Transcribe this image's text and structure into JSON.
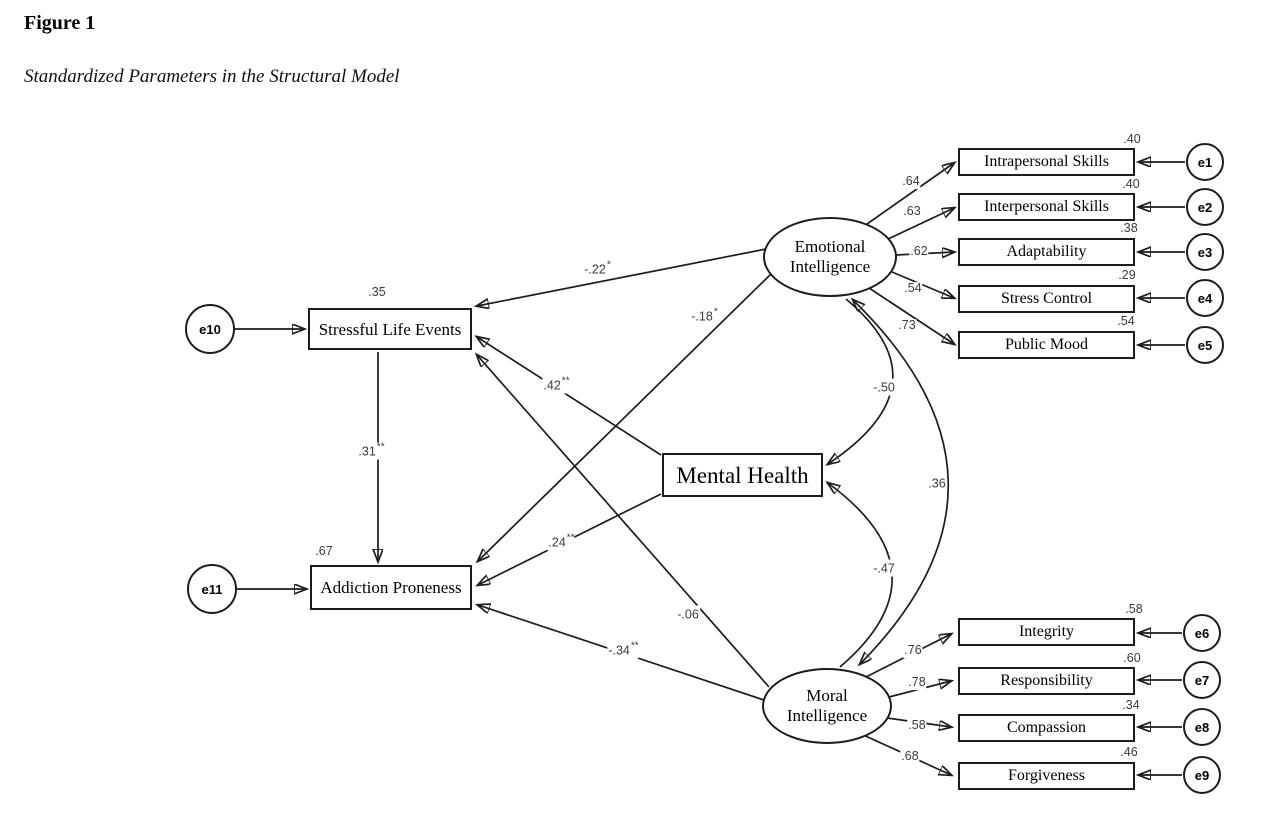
{
  "figure": {
    "label": "Figure 1",
    "caption": "Standardized Parameters in the Structural Model"
  },
  "latents": {
    "emotional": {
      "line1": "Emotional",
      "line2": "Intelligence"
    },
    "moral": {
      "line1": "Moral",
      "line2": "Intelligence"
    }
  },
  "nodes": {
    "stressful": {
      "label": "Stressful Life Events",
      "r2": ".35",
      "error": "e10"
    },
    "addiction": {
      "label": "Addiction Proneness",
      "r2": ".67",
      "error": "e11"
    },
    "mental": {
      "label": "Mental Health"
    }
  },
  "ei_indicators": [
    {
      "label": "Intrapersonal Skills",
      "r2": ".40",
      "loading": ".64",
      "error": "e1"
    },
    {
      "label": "Interpersonal Skills",
      "r2": ".40",
      "loading": ".63",
      "error": "e2"
    },
    {
      "label": "Adaptability",
      "r2": ".38",
      "loading": ".62",
      "error": "e3"
    },
    {
      "label": "Stress Control",
      "r2": ".29",
      "loading": ".54",
      "error": "e4"
    },
    {
      "label": "Public Mood",
      "r2": ".54",
      "loading": ".73",
      "error": "e5"
    }
  ],
  "mi_indicators": [
    {
      "label": "Integrity",
      "r2": ".58",
      "loading": ".76",
      "error": "e6"
    },
    {
      "label": "Responsibility",
      "r2": ".60",
      "loading": ".78",
      "error": "e7"
    },
    {
      "label": "Compassion",
      "r2": ".34",
      "loading": ".58",
      "error": "e8"
    },
    {
      "label": "Forgiveness",
      "r2": ".46",
      "loading": ".68",
      "error": "e9"
    }
  ],
  "paths": {
    "ei_to_stressful": {
      "value": "-.22",
      "sig": "*"
    },
    "ei_to_addiction": {
      "value": "-.18",
      "sig": "*"
    },
    "mental_to_stressful": {
      "value": ".42",
      "sig": "**"
    },
    "mental_to_addiction": {
      "value": ".24",
      "sig": "**"
    },
    "mi_to_stressful": {
      "value": "-.06",
      "sig": ""
    },
    "mi_to_addiction": {
      "value": "-.34",
      "sig": "**"
    },
    "stressful_to_addiction": {
      "value": ".31",
      "sig": "**"
    },
    "ei_to_mental": {
      "value": "-.50",
      "sig": ""
    },
    "mi_to_mental": {
      "value": "-.47",
      "sig": ""
    },
    "ei_mi_covariance": {
      "value": ".36",
      "sig": ""
    }
  }
}
